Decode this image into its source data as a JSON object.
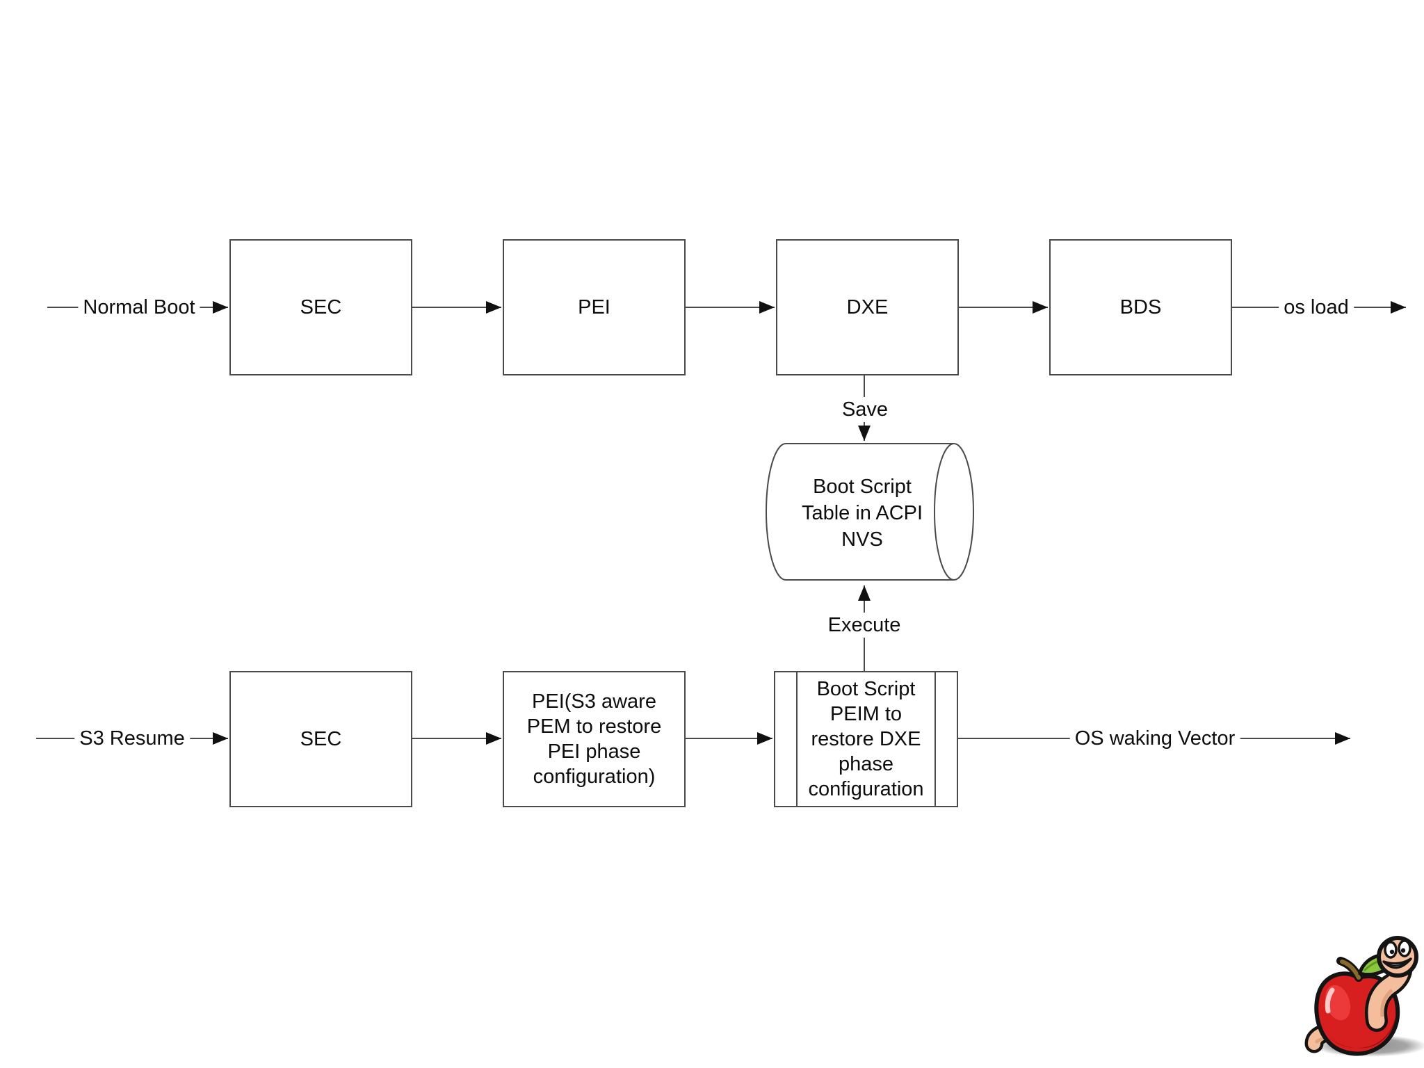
{
  "diagram": {
    "top_flow": {
      "entry_label": "Normal Boot",
      "sec": "SEC",
      "pei": "PEI",
      "dxe": "DXE",
      "bds": "BDS",
      "exit_label": "os load",
      "save_label": "Save"
    },
    "storage": {
      "label": "Boot Script Table in ACPI NVS"
    },
    "bottom_flow": {
      "entry_label": "S3 Resume",
      "sec": "SEC",
      "pei_s3": "PEI(S3 aware PEM to restore PEI phase configuration)",
      "boot_script_peim": "Boot Script PEIM to restore DXE phase configuration",
      "execute_label": "Execute",
      "exit_label": "OS waking Vector"
    },
    "colors": {
      "line": "#4a4a4a",
      "arrowhead": "#111111",
      "apple_red": "#d81f1f",
      "leaf_green": "#8cc63f",
      "worm_skin": "#f4bd9c"
    }
  }
}
